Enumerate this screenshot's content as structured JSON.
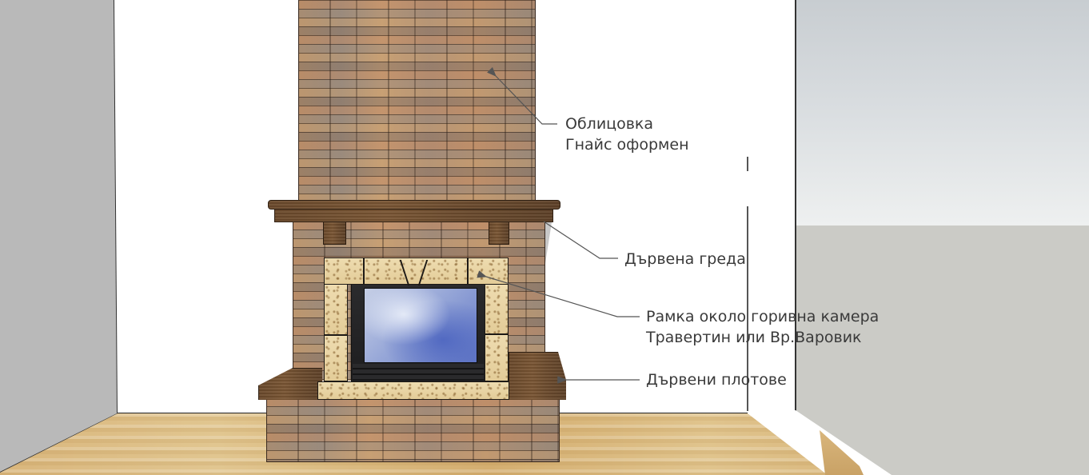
{
  "scene": {
    "title": "Fireplace design visualization",
    "colors": {
      "left_wall": "#b9b9b9",
      "back_wall": "#ffffff",
      "ground": "#cbcbc6",
      "sky_top": "#c8cdd1",
      "sky_bottom": "#eef0f0",
      "floor_wood": "#d9b67c",
      "mantel_wood": "#6b4a2c",
      "travertine": "#e8d4a4",
      "glass": "#8a9cd4",
      "label_text": "#3a3a3a",
      "leader_line": "#555555"
    }
  },
  "annotations": [
    {
      "id": "cladding",
      "lines": [
        "Облицовка",
        "Гнайс оформен"
      ]
    },
    {
      "id": "wooden-beam",
      "lines": [
        "Дървена греда"
      ]
    },
    {
      "id": "firebox-frame",
      "lines": [
        "Рамка около горивна камера",
        "Травертин или Вр.Варовик"
      ]
    },
    {
      "id": "wooden-tops",
      "lines": [
        "Дървени плотове"
      ]
    }
  ],
  "labels": {
    "cladding": "Облицовка\nГнайс оформен",
    "beam": "Дървена греда",
    "frame": "Рамка около горивна камера\nТравертин или Вр.Варовик",
    "tops": "Дървени плотове"
  }
}
